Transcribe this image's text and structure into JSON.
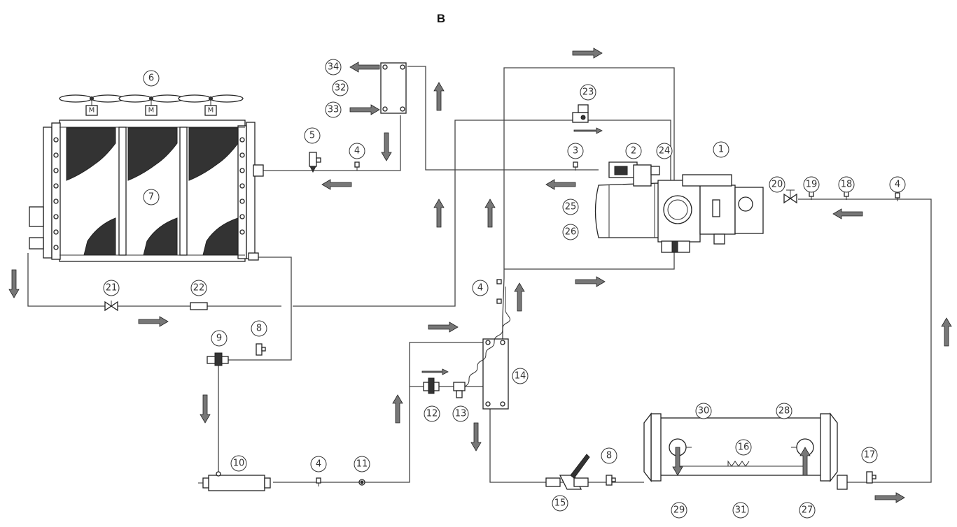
{
  "title": "B",
  "motor_label": "M",
  "components": [
    {
      "id": "1"
    },
    {
      "id": "2"
    },
    {
      "id": "3"
    },
    {
      "id": "4"
    },
    {
      "id": "5"
    },
    {
      "id": "6"
    },
    {
      "id": "7"
    },
    {
      "id": "8"
    },
    {
      "id": "9"
    },
    {
      "id": "10"
    },
    {
      "id": "11"
    },
    {
      "id": "12"
    },
    {
      "id": "13"
    },
    {
      "id": "14"
    },
    {
      "id": "15"
    },
    {
      "id": "16"
    },
    {
      "id": "17"
    },
    {
      "id": "18"
    },
    {
      "id": "19"
    },
    {
      "id": "20"
    },
    {
      "id": "21"
    },
    {
      "id": "22"
    },
    {
      "id": "23"
    },
    {
      "id": "24"
    },
    {
      "id": "25"
    },
    {
      "id": "26"
    },
    {
      "id": "27"
    },
    {
      "id": "28"
    },
    {
      "id": "29"
    },
    {
      "id": "30"
    },
    {
      "id": "31"
    },
    {
      "id": "32"
    },
    {
      "id": "33"
    },
    {
      "id": "34"
    }
  ]
}
